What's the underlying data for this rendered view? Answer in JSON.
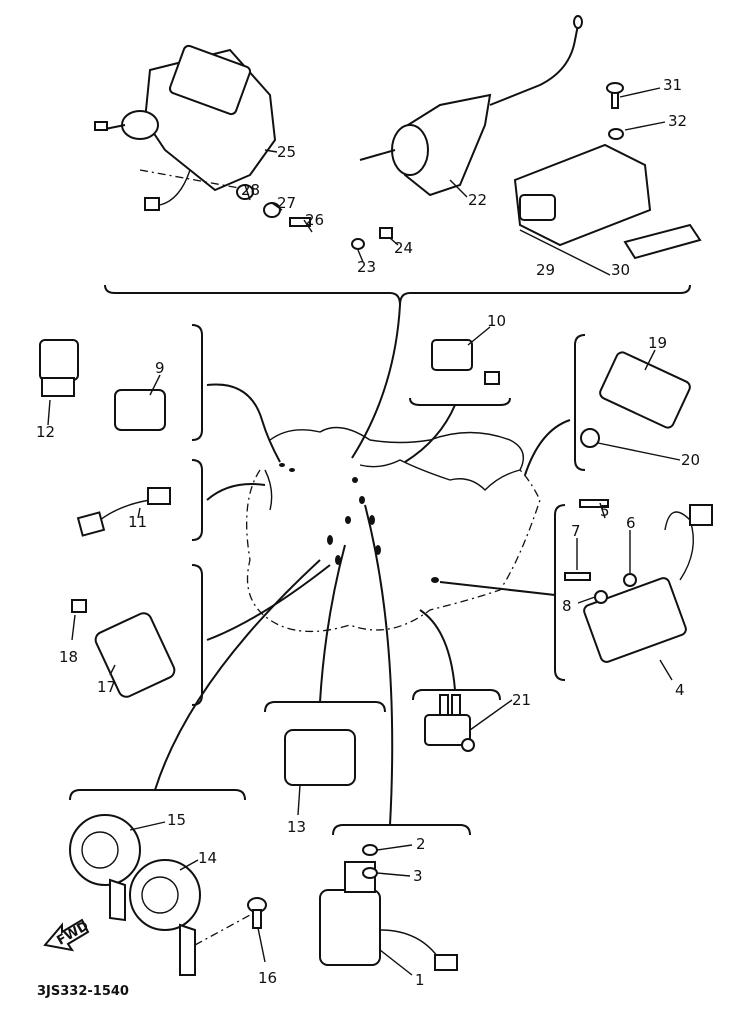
{
  "diagram_code": "3JS332-1540",
  "direction_arrow": "FWD",
  "callouts": [
    "1",
    "2",
    "3",
    "4",
    "5",
    "6",
    "7",
    "8",
    "9",
    "10",
    "11",
    "12",
    "13",
    "14",
    "15",
    "16",
    "17",
    "18",
    "19",
    "20",
    "21",
    "22",
    "23",
    "24",
    "25",
    "26",
    "27",
    "28",
    "29",
    "30",
    "31",
    "32"
  ]
}
